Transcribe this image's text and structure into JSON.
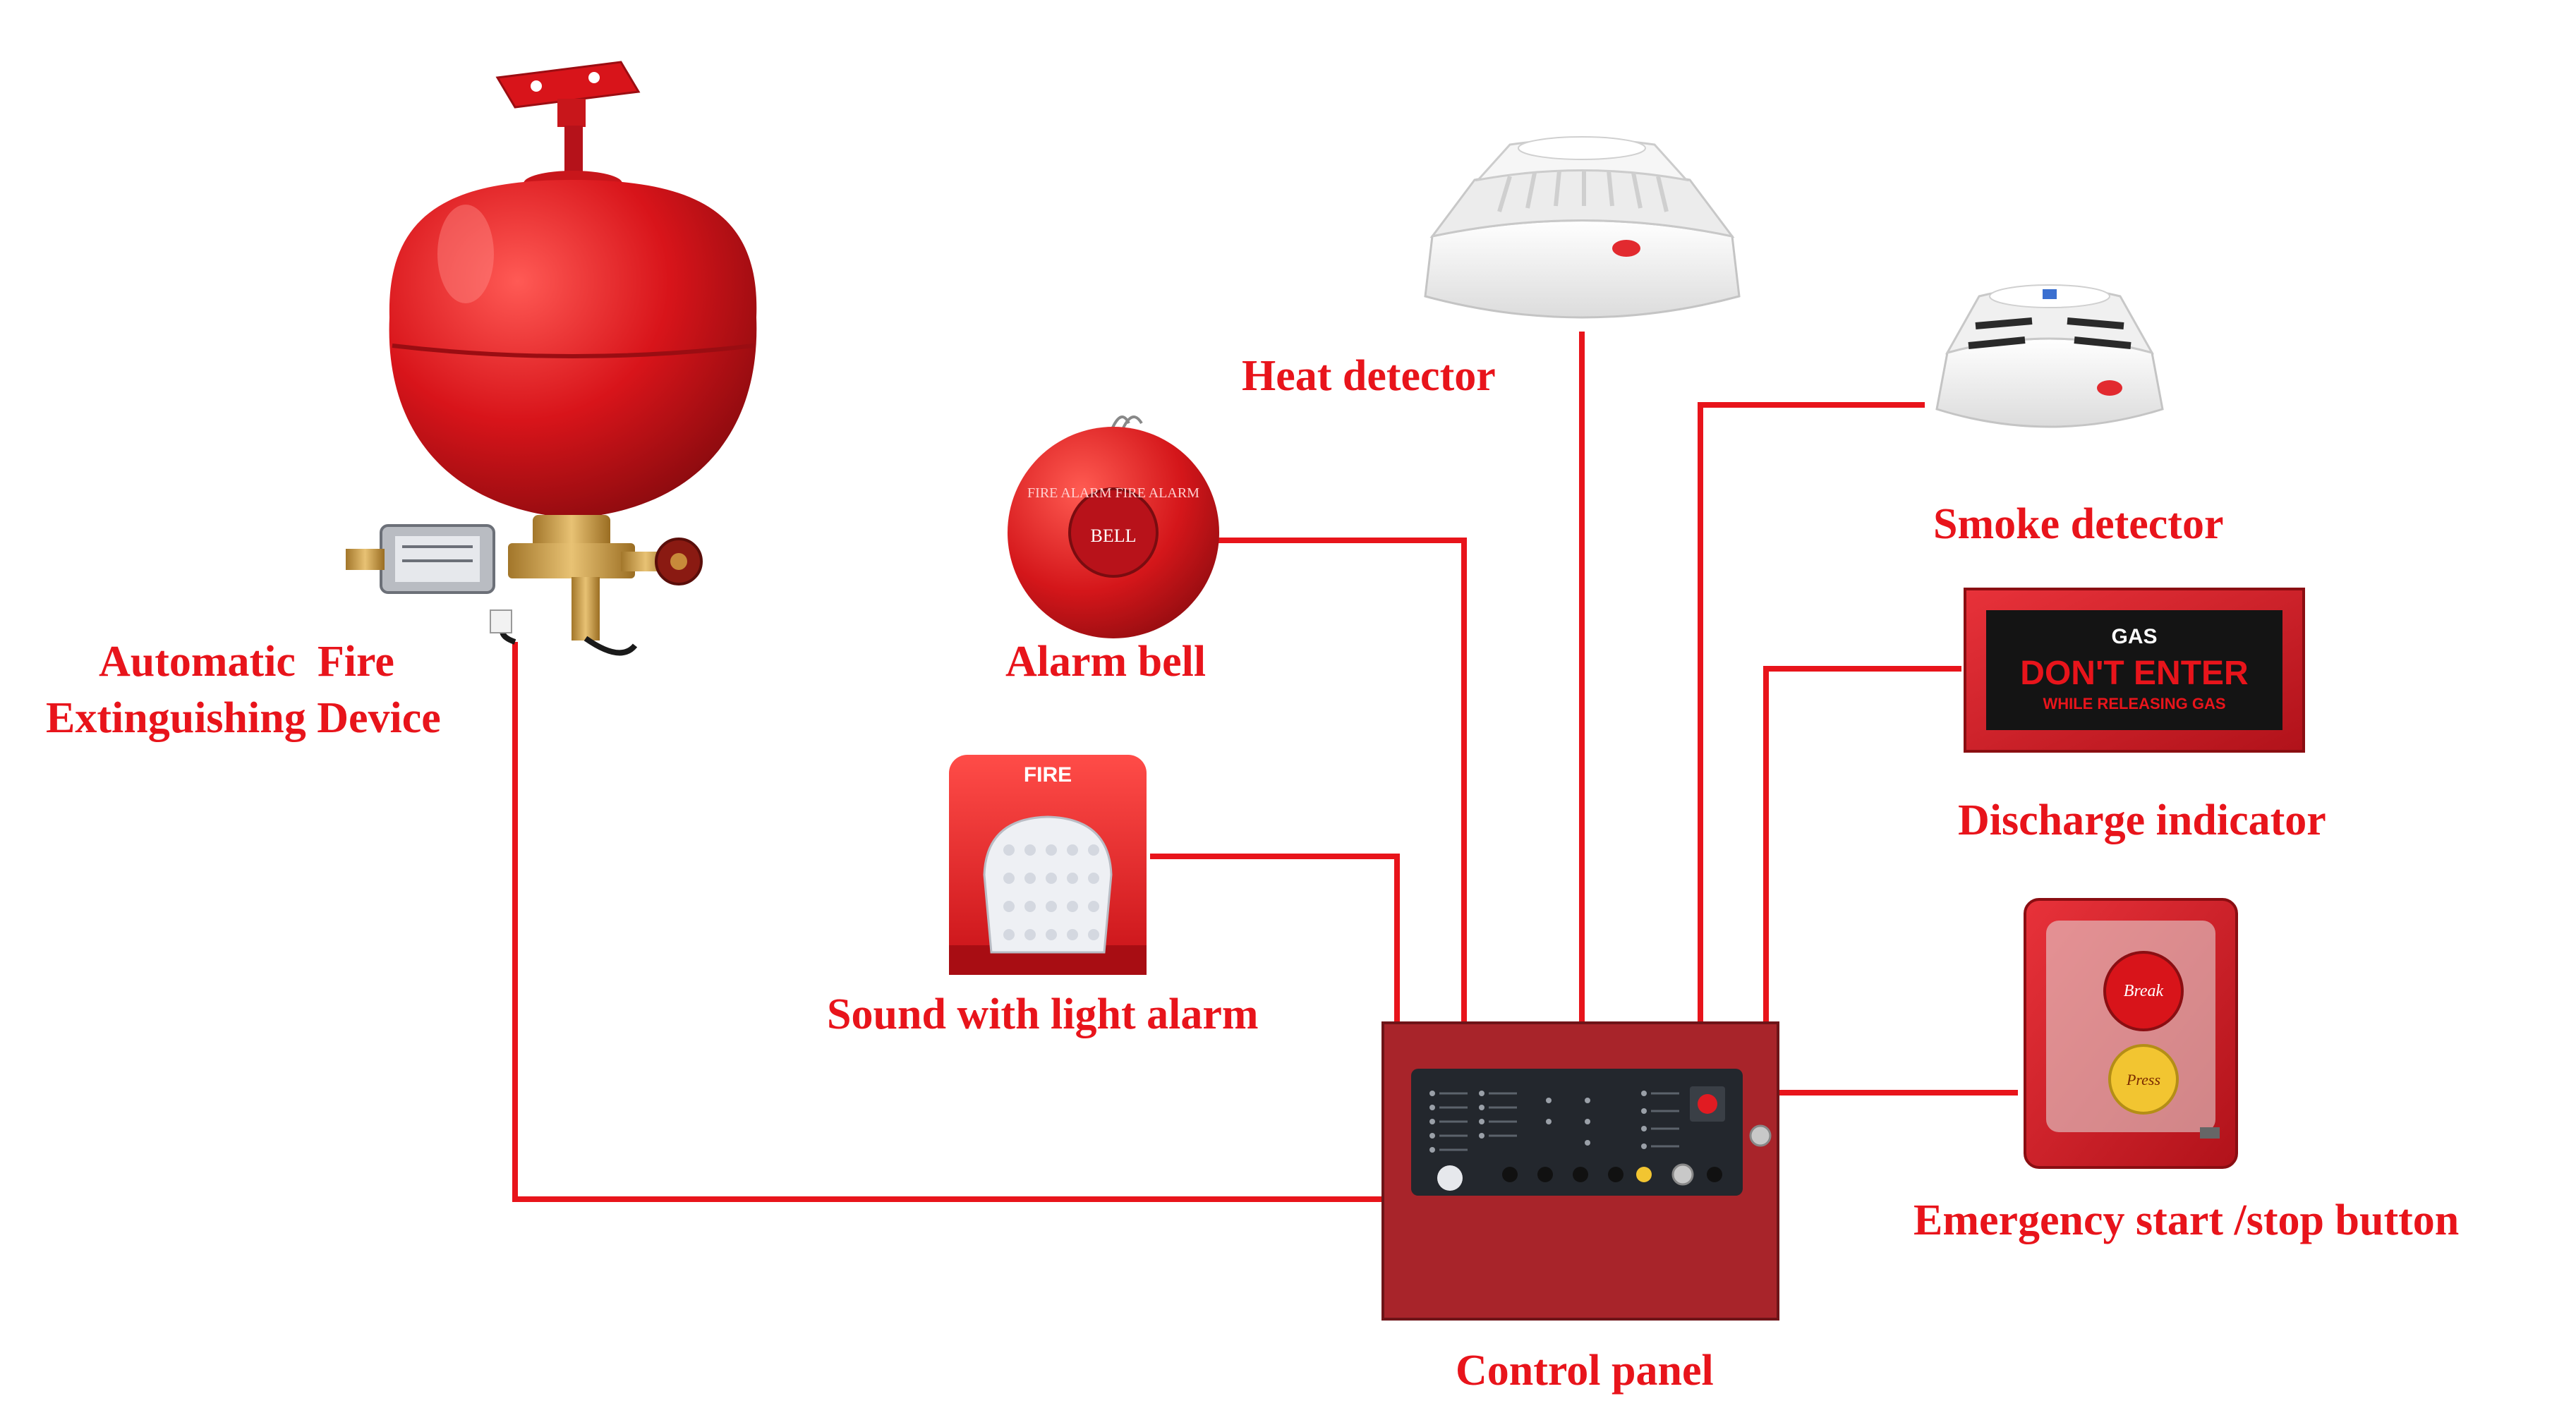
{
  "labels": {
    "extinguisher": [
      "Automatic  Fire",
      "Extinguishing Device"
    ],
    "heat_detector": "Heat detector",
    "alarm_bell": "Alarm bell",
    "smoke_detector": "Smoke detector",
    "discharge_indicator": "Discharge indicator",
    "sound_light_alarm": "Sound with light alarm",
    "emergency_button": "Emergency start /stop button",
    "control_panel": "Control panel"
  },
  "device_text": {
    "strobe_fire": "FIRE",
    "bell_face": "BELL",
    "bell_ring": "FIRE ALARM FIRE ALARM",
    "sign_gas": "GAS",
    "sign_main": "DON'T ENTER",
    "sign_sub": "WHILE RELEASING GAS",
    "button_top": "Break",
    "button_bottom": "Press"
  },
  "colors": {
    "wire": "#e8141b",
    "label": "#e8141b",
    "device_red": "#d8141a",
    "panel_red": "#a8242a",
    "panel_face": "#23272d"
  }
}
